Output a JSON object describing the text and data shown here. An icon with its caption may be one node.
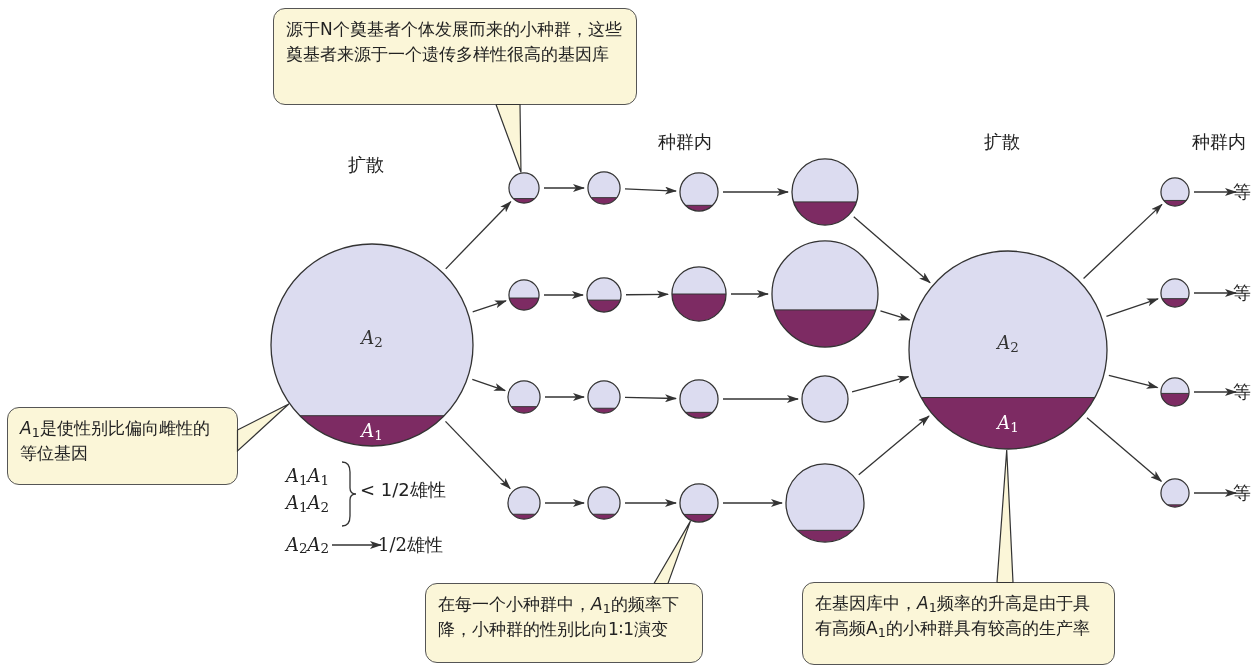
{
  "diagram": {
    "nodes": [
      {
        "text": [
          "源于N个奠基者个体发展而来的小种群，这些奠基者来源于一个遗传多样性很高的基因库"
        ]
      },
      {
        "text": [
          "*A*$_{2}$",
          "*A*$_{1}$"
        ]
      },
      {
        "text": [
          "*A*$_{1}$是使性别比偏向雌性的等位基因"
        ]
      },
      {
        "text": [],
        "shape": "circle"
      },
      {
        "text": [],
        "shape": "circle"
      },
      {
        "text": [],
        "shape": "circle"
      },
      {
        "text": [],
        "shape": "circle"
      },
      {
        "text": [],
        "shape": "circle"
      },
      {
        "text": [],
        "shape": "circle"
      },
      {
        "text": [],
        "shape": "circle"
      },
      {
        "text": [],
        "shape": "circle"
      },
      {
        "text": [],
        "shape": "circle"
      },
      {
        "text": [],
        "shape": "circle"
      },
      {
        "text": [],
        "shape": "circle"
      },
      {
        "text": [],
        "shape": "circle"
      },
      {
        "text": [],
        "shape": "circle"
      },
      {
        "text": [],
        "shape": "circle"
      },
      {
        "text": [],
        "shape": "circle"
      },
      {
        "text": [],
        "shape": "circle"
      },
      {
        "text": [
          "*A*$_{2}$",
          "*A*$_{1}$"
        ]
      },
      {
        "text": [],
        "shape": "circle"
      },
      {
        "text": [],
        "shape": "circle"
      },
      {
        "text": [],
        "shape": "circle"
      },
      {
        "text": [],
        "shape": "circle"
      },
      {
        "text": [
          "等"
        ]
      },
      {
        "text": [
          "等"
        ]
      },
      {
        "text": [
          "等"
        ]
      },
      {
        "text": [
          "等"
        ]
      },
      {
        "text": [
          "*A*$_{2}$*A*$_{2}$"
        ]
      },
      {
        "text": [
          "1/2雄性"
        ]
      },
      {
        "text": [
          "在每一个小种群中，*A*$_{1}$的频率下降，小种群的性别比向1∶1演变"
        ]
      },
      {
        "text": [
          "在基因库中，*A*$_{1}$频率的升高是由于具有高频A$_{1}$的小种群具有较高的生产率"
        ]
      }
    ],
    "edges": [
      {
        "from": 0,
        "to": 3,
        "arrow": "none"
      },
      {
        "from": 2,
        "to": 1,
        "arrow": "none"
      },
      {
        "from": 30,
        "to": 17,
        "arrow": "none"
      },
      {
        "from": 31,
        "to": 19,
        "arrow": "none"
      },
      {
        "from": 1,
        "to": 3,
        "arrow": "to"
      },
      {
        "from": 1,
        "to": 7,
        "arrow": "to"
      },
      {
        "from": 1,
        "to": 11,
        "arrow": "to"
      },
      {
        "from": 1,
        "to": 15,
        "arrow": "to"
      },
      {
        "from": 3,
        "to": 4,
        "arrow": "to"
      },
      {
        "from": 4,
        "to": 5,
        "arrow": "to"
      },
      {
        "from": 5,
        "to": 6,
        "arrow": "to"
      },
      {
        "from": 7,
        "to": 8,
        "arrow": "to"
      },
      {
        "from": 8,
        "to": 9,
        "arrow": "to"
      },
      {
        "from": 9,
        "to": 10,
        "arrow": "to"
      },
      {
        "from": 11,
        "to": 12,
        "arrow": "to"
      },
      {
        "from": 12,
        "to": 13,
        "arrow": "to"
      },
      {
        "from": 13,
        "to": 14,
        "arrow": "to"
      },
      {
        "from": 15,
        "to": 16,
        "arrow": "to"
      },
      {
        "from": 16,
        "to": 17,
        "arrow": "to"
      },
      {
        "from": 17,
        "to": 18,
        "arrow": "to"
      },
      {
        "from": 6,
        "to": 19,
        "arrow": "to"
      },
      {
        "from": 10,
        "to": 19,
        "arrow": "to"
      },
      {
        "from": 14,
        "to": 19,
        "arrow": "to"
      },
      {
        "from": 18,
        "to": 19,
        "arrow": "to"
      },
      {
        "from": 19,
        "to": 20,
        "arrow": "to"
      },
      {
        "from": 19,
        "to": 21,
        "arrow": "to"
      },
      {
        "from": 19,
        "to": 22,
        "arrow": "to"
      },
      {
        "from": 19,
        "to": 23,
        "arrow": "to"
      },
      {
        "from": 20,
        "to": 24,
        "arrow": "to"
      },
      {
        "from": 21,
        "to": 25,
        "arrow": "to"
      },
      {
        "from": 22,
        "to": 26,
        "arrow": "to"
      },
      {
        "from": 23,
        "to": 27,
        "arrow": "to"
      },
      {
        "from": 28,
        "to": 29,
        "arrow": "to"
      }
    ],
    "labels": [
      "扩散",
      "种群内",
      "扩散",
      "种群内",
      "*A*$_{1}$*A*$_{1}$",
      "*A*$_{1}$*A*$_{2}$",
      "< 1/2雄性"
    ]
  }
}
